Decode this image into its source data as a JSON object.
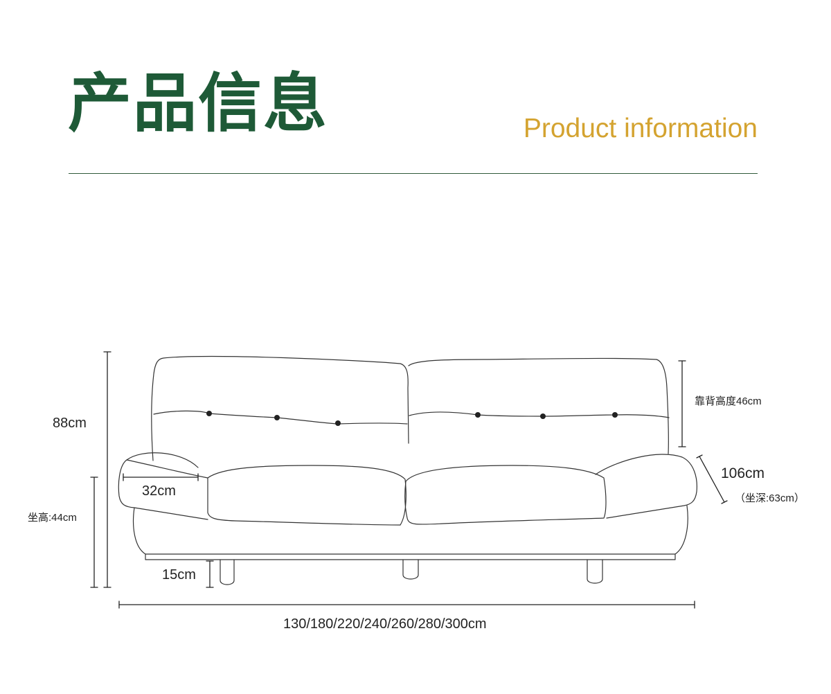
{
  "header": {
    "title_cn": "产品信息",
    "title_en": "Product information"
  },
  "colors": {
    "title_cn": "#1e5a37",
    "title_en": "#d4a330",
    "rule": "#2f5a3a",
    "line": "#333333"
  },
  "dimensions": {
    "total_height": "88cm",
    "seat_height": "坐高:44cm",
    "armrest_width": "32cm",
    "leg_height": "15cm",
    "backrest_height": "靠背高度46cm",
    "depth": "106cm",
    "seat_depth": "（坐深:63cm）",
    "length": "130/180/220/240/260/280/300cm"
  }
}
